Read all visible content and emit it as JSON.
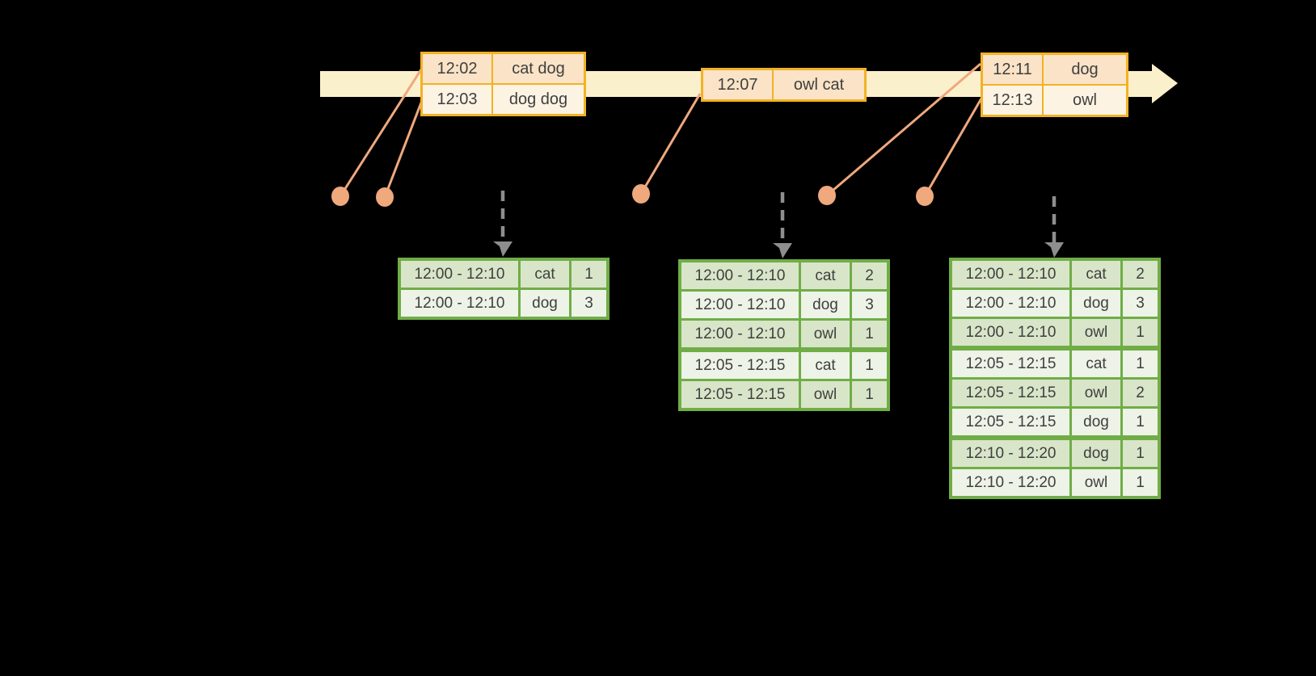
{
  "colors": {
    "background": "#000000",
    "timeline_band": "#FBF0CC",
    "event_table_border": "#F1B224",
    "event_row_dark": "#FAE3C6",
    "event_row_light": "#FDF3E3",
    "connector_salmon": "#F0A87D",
    "trigger_arrow_gray": "#8E8E8E",
    "result_table_border": "#70AD47",
    "result_row_dark": "#D9E5C9",
    "result_row_light": "#EDF3E7",
    "table_text": "#3F3F3F"
  },
  "event_tables": [
    {
      "rows": [
        {
          "time": "12:02",
          "words": "cat dog"
        },
        {
          "time": "12:03",
          "words": "dog dog"
        }
      ]
    },
    {
      "rows": [
        {
          "time": "12:07",
          "words": "owl cat"
        }
      ]
    },
    {
      "rows": [
        {
          "time": "12:11",
          "words": "dog"
        },
        {
          "time": "12:13",
          "words": "owl"
        }
      ]
    }
  ],
  "result_tables": [
    {
      "rows": [
        {
          "window": "12:00 - 12:10",
          "word": "cat",
          "count": "1"
        },
        {
          "window": "12:00 - 12:10",
          "word": "dog",
          "count": "3"
        }
      ]
    },
    {
      "rows": [
        {
          "window": "12:00 - 12:10",
          "word": "cat",
          "count": "2"
        },
        {
          "window": "12:00 - 12:10",
          "word": "dog",
          "count": "3"
        },
        {
          "window": "12:00 - 12:10",
          "word": "owl",
          "count": "1"
        },
        {
          "window": "12:05 - 12:15",
          "word": "cat",
          "count": "1"
        },
        {
          "window": "12:05 - 12:15",
          "word": "owl",
          "count": "1"
        }
      ]
    },
    {
      "rows": [
        {
          "window": "12:00 - 12:10",
          "word": "cat",
          "count": "2"
        },
        {
          "window": "12:00 - 12:10",
          "word": "dog",
          "count": "3"
        },
        {
          "window": "12:00 - 12:10",
          "word": "owl",
          "count": "1"
        },
        {
          "window": "12:05 - 12:15",
          "word": "cat",
          "count": "1"
        },
        {
          "window": "12:05 - 12:15",
          "word": "owl",
          "count": "2"
        },
        {
          "window": "12:05 - 12:15",
          "word": "dog",
          "count": "1"
        },
        {
          "window": "12:10 - 12:20",
          "word": "dog",
          "count": "1"
        },
        {
          "window": "12:10 - 12:20",
          "word": "owl",
          "count": "1"
        }
      ]
    }
  ]
}
